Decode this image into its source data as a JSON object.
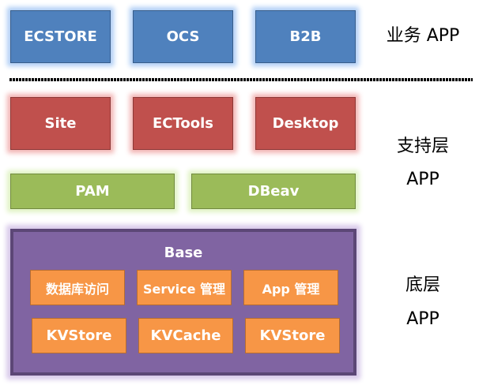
{
  "business_layer": {
    "label": "业务 APP",
    "color": "#4f81bd",
    "apps": [
      "ECSTORE",
      "OCS",
      "B2B"
    ]
  },
  "support_layer": {
    "label_line1": "支持层",
    "label_line2": "APP",
    "red_color": "#c0504d",
    "green_color": "#9bbb59",
    "apps_row1": [
      "Site",
      "ECTools",
      "Desktop"
    ],
    "apps_row2": [
      "PAM",
      "DBeav"
    ]
  },
  "base_layer": {
    "label_line1": "底层",
    "label_line2": "APP",
    "container_color": "#8064a2",
    "module_color": "#f79646",
    "title": "Base",
    "modules_row1": [
      "数据库访问",
      "Service 管理",
      "App 管理"
    ],
    "modules_row2": [
      "KVStore",
      "KVCache",
      "KVStore"
    ]
  }
}
